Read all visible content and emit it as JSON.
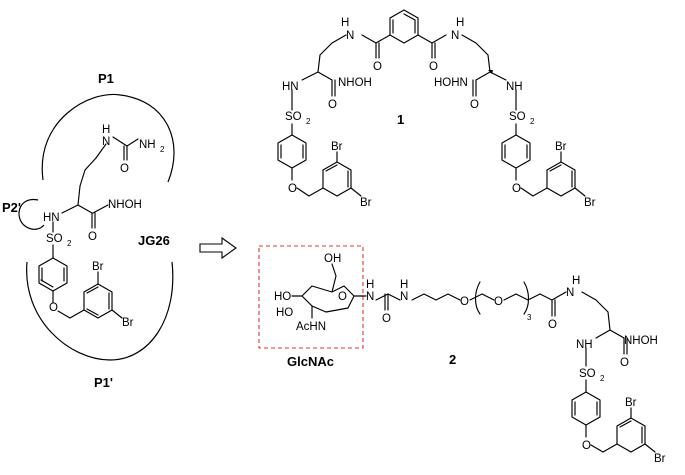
{
  "jg26": {
    "name": "JG26",
    "pockets": {
      "p1": "P1",
      "p2prime": "P2'",
      "p1prime": "P1'"
    },
    "groups": {
      "urea_nh": "H",
      "urea_n": "N",
      "urea_nh2": "NH",
      "urea_o": "O",
      "sulfonamide_nh": "HN",
      "hydroxamate": "NHOH",
      "carbonyl_o": "O",
      "so2": "SO",
      "ether_o": "O",
      "br_top": "Br",
      "br_bottom": "Br"
    }
  },
  "compound1": {
    "number": "1",
    "groups": {
      "amide_nh_left": "H",
      "amide_n_left": "N",
      "amide_nh_right": "N",
      "amide_h_right": "H",
      "amide_o_left": "O",
      "amide_o_right": "O",
      "sulfonamide_nh_left": "HN",
      "sulfonamide_nh_right": "NH",
      "hydroxamate_left": "NHOH",
      "hydroxamate_right": "HOHN",
      "carbonyl_o_left": "O",
      "carbonyl_o_right": "O",
      "so2_left": "SO",
      "so2_right": "SO",
      "ether_o_left": "O",
      "ether_o_right": "O",
      "br_left_top": "Br",
      "br_left_bottom": "Br",
      "br_right_top": "Br",
      "br_right_bottom": "Br"
    }
  },
  "compound2": {
    "number": "2",
    "glcnac_label": "GlcNAc",
    "repeat_count": "3",
    "groups": {
      "oh_top": "OH",
      "ring_o": "O",
      "ho_left": "HO",
      "ho_c4": "HO",
      "achn": "AcHN",
      "anomeric_n": "N",
      "anomeric_h": "H",
      "urea_n": "N",
      "urea_h": "H",
      "urea_o": "O",
      "peg_o1": "O",
      "peg_o2": "O",
      "amide_n": "N",
      "amide_h": "H",
      "amide_o": "O",
      "sulfonamide_nh": "NH",
      "hydroxamate": "NHOH",
      "carbonyl_o": "O",
      "so2": "SO",
      "ether_o": "O",
      "br_top": "Br",
      "br_bottom": "Br"
    }
  },
  "subscript_2": "2",
  "arrow": "open-arrow-right"
}
